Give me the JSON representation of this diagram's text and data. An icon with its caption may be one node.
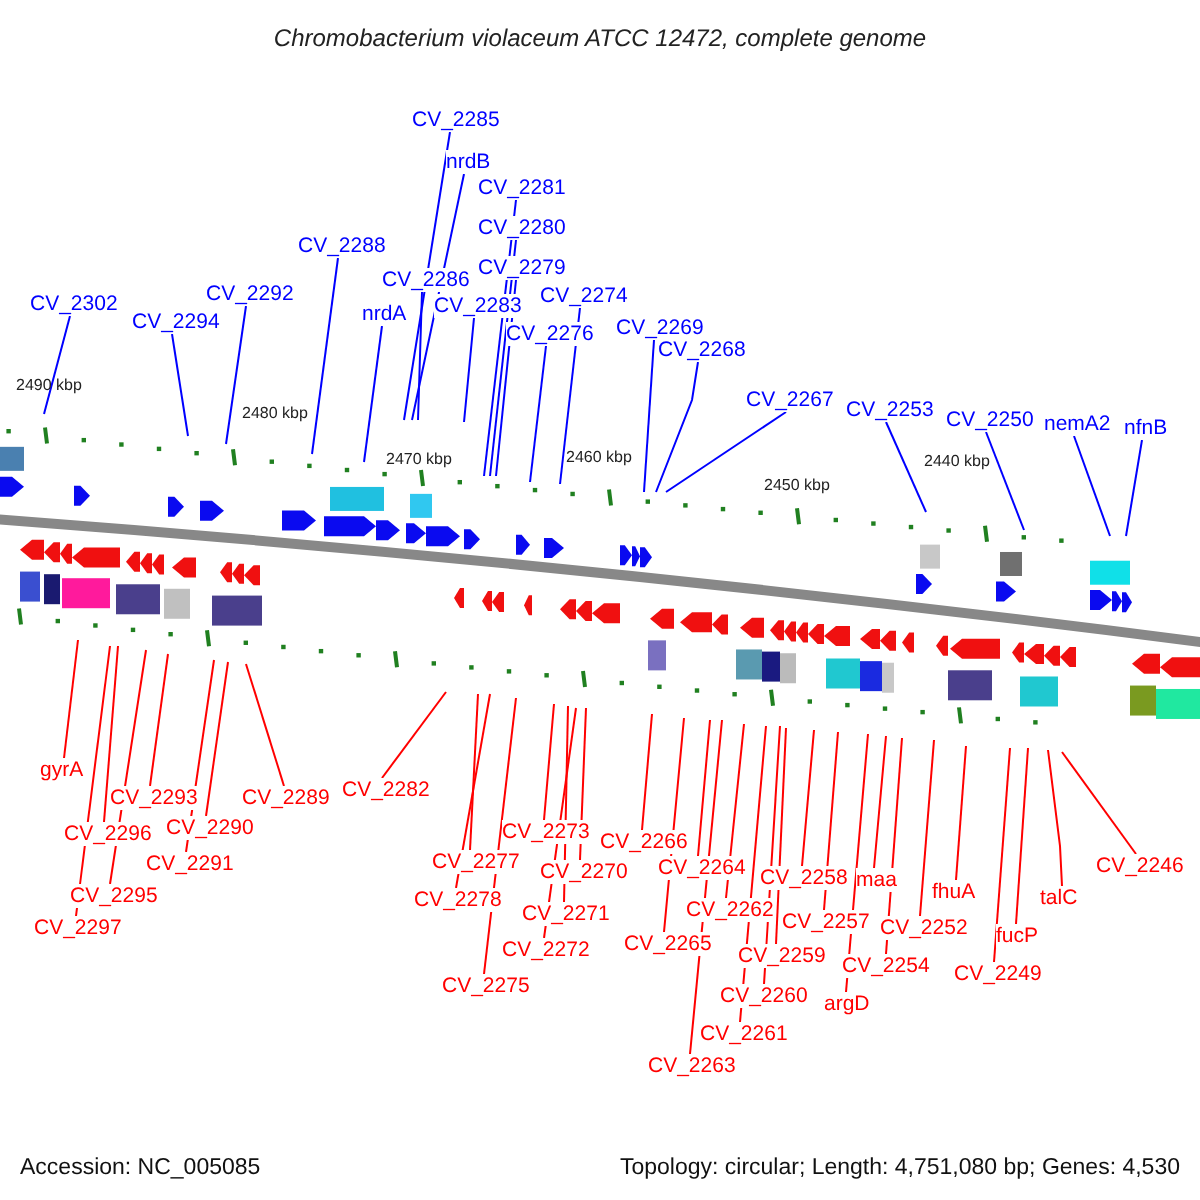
{
  "diagram": {
    "title": "Chromobacterium violaceum ATCC 12472, complete genome",
    "nodes": [
      {
        "text": [
          "CV_2302"
        ]
      },
      {
        "text": [
          "CV_2294"
        ]
      },
      {
        "text": [
          "CV_2292"
        ]
      },
      {
        "text": [
          "CV_2288"
        ]
      },
      {
        "text": [
          "nrdA"
        ]
      },
      {
        "text": [
          "CV_2285"
        ]
      },
      {
        "text": [
          "nrdB"
        ]
      },
      {
        "text": [
          "CV_2286"
        ]
      },
      {
        "text": [
          "CV_2283"
        ]
      },
      {
        "text": [
          "CV_2281"
        ]
      },
      {
        "text": [
          "CV_2280"
        ]
      },
      {
        "text": [
          "CV_2279"
        ]
      },
      {
        "text": [
          "CV_2276"
        ]
      },
      {
        "text": [
          "CV_2274"
        ]
      },
      {
        "text": [
          "CV_2269"
        ]
      },
      {
        "text": [
          "CV_2268"
        ]
      },
      {
        "text": [
          "CV_2267"
        ]
      },
      {
        "text": [
          "CV_2253"
        ]
      },
      {
        "text": [
          "CV_2250"
        ]
      },
      {
        "text": [
          "nemA2"
        ]
      },
      {
        "text": [
          "nfnB"
        ]
      },
      {
        "text": [
          "gyrA"
        ]
      },
      {
        "text": [
          "CV_2293"
        ]
      },
      {
        "text": [
          "CV_2296"
        ]
      },
      {
        "text": [
          "CV_2295"
        ]
      },
      {
        "text": [
          "CV_2297"
        ]
      },
      {
        "text": [
          "CV_2290"
        ]
      },
      {
        "text": [
          "CV_2291"
        ]
      },
      {
        "text": [
          "CV_2289"
        ]
      },
      {
        "text": [
          "CV_2282"
        ]
      },
      {
        "text": [
          "CV_2277"
        ]
      },
      {
        "text": [
          "CV_2278"
        ]
      },
      {
        "text": [
          "CV_2275"
        ]
      },
      {
        "text": [
          "CV_2273"
        ]
      },
      {
        "text": [
          "CV_2270"
        ]
      },
      {
        "text": [
          "CV_2271"
        ]
      },
      {
        "text": [
          "CV_2272"
        ]
      },
      {
        "text": [
          "CV_2266"
        ]
      },
      {
        "text": [
          "CV_2264"
        ]
      },
      {
        "text": [
          "CV_2265"
        ]
      },
      {
        "text": [
          "CV_2262"
        ]
      },
      {
        "text": [
          "CV_2263"
        ]
      },
      {
        "text": [
          "CV_2258"
        ]
      },
      {
        "text": [
          "CV_2259"
        ]
      },
      {
        "text": [
          "CV_2260"
        ]
      },
      {
        "text": [
          "CV_2261"
        ]
      },
      {
        "text": [
          "CV_2257"
        ]
      },
      {
        "text": [
          "maa"
        ]
      },
      {
        "text": [
          "argD"
        ]
      },
      {
        "text": [
          "CV_2254"
        ]
      },
      {
        "text": [
          "CV_2252"
        ]
      },
      {
        "text": [
          "fhuA"
        ]
      },
      {
        "text": [
          "CV_2249"
        ]
      },
      {
        "text": [
          "fucP"
        ]
      },
      {
        "text": [
          "talC"
        ]
      },
      {
        "text": [
          "CV_2246"
        ]
      }
    ],
    "edges": [
      {
        "from": 0,
        "to": null,
        "arrow": "none",
        "color": "#0000ff"
      },
      {
        "from": 1,
        "to": null,
        "arrow": "none",
        "color": "#0000ff"
      },
      {
        "from": 2,
        "to": null,
        "arrow": "none",
        "color": "#0000ff"
      },
      {
        "from": 3,
        "to": null,
        "arrow": "none",
        "color": "#0000ff"
      },
      {
        "from": 4,
        "to": null,
        "arrow": "none",
        "color": "#0000ff"
      },
      {
        "from": 5,
        "to": null,
        "arrow": "none",
        "color": "#0000ff"
      },
      {
        "from": 6,
        "to": null,
        "arrow": "none",
        "color": "#0000ff"
      },
      {
        "from": 7,
        "to": null,
        "arrow": "none",
        "color": "#0000ff"
      },
      {
        "from": 8,
        "to": null,
        "arrow": "none",
        "color": "#0000ff"
      },
      {
        "from": 9,
        "to": null,
        "arrow": "none",
        "color": "#0000ff"
      },
      {
        "from": 10,
        "to": null,
        "arrow": "none",
        "color": "#0000ff"
      },
      {
        "from": 11,
        "to": null,
        "arrow": "none",
        "color": "#0000ff"
      },
      {
        "from": 12,
        "to": null,
        "arrow": "none",
        "color": "#0000ff"
      },
      {
        "from": 13,
        "to": null,
        "arrow": "none",
        "color": "#0000ff"
      },
      {
        "from": 14,
        "to": null,
        "arrow": "none",
        "color": "#0000ff"
      },
      {
        "from": 15,
        "to": null,
        "arrow": "none",
        "color": "#0000ff"
      },
      {
        "from": 16,
        "to": null,
        "arrow": "none",
        "color": "#0000ff"
      },
      {
        "from": 17,
        "to": null,
        "arrow": "none",
        "color": "#0000ff"
      },
      {
        "from": 18,
        "to": null,
        "arrow": "none",
        "color": "#0000ff"
      },
      {
        "from": 19,
        "to": null,
        "arrow": "none",
        "color": "#0000ff"
      },
      {
        "from": 20,
        "to": null,
        "arrow": "none",
        "color": "#0000ff"
      },
      {
        "from": 21,
        "to": null,
        "arrow": "none"
      },
      {
        "from": 22,
        "to": null,
        "arrow": "none"
      },
      {
        "from": 23,
        "to": null,
        "arrow": "none"
      },
      {
        "from": 24,
        "to": null,
        "arrow": "none"
      },
      {
        "from": 25,
        "to": null,
        "arrow": "none"
      },
      {
        "from": 26,
        "to": null,
        "arrow": "none"
      },
      {
        "from": 27,
        "to": null,
        "arrow": "none"
      },
      {
        "from": 28,
        "to": null,
        "arrow": "none"
      },
      {
        "from": 29,
        "to": null,
        "arrow": "none"
      },
      {
        "from": 30,
        "to": null,
        "arrow": "none"
      },
      {
        "from": 31,
        "to": null,
        "arrow": "none"
      },
      {
        "from": 32,
        "to": null,
        "arrow": "none"
      },
      {
        "from": 33,
        "to": null,
        "arrow": "none"
      },
      {
        "from": 34,
        "to": null,
        "arrow": "none"
      },
      {
        "from": 35,
        "to": null,
        "arrow": "none"
      },
      {
        "from": 36,
        "to": null,
        "arrow": "none"
      },
      {
        "from": 37,
        "to": null,
        "arrow": "none"
      },
      {
        "from": 38,
        "to": null,
        "arrow": "none"
      },
      {
        "from": 39,
        "to": null,
        "arrow": "none"
      },
      {
        "from": 40,
        "to": null,
        "arrow": "none"
      },
      {
        "from": 41,
        "to": null,
        "arrow": "none"
      },
      {
        "from": 42,
        "to": null,
        "arrow": "none"
      },
      {
        "from": 43,
        "to": null,
        "arrow": "none"
      },
      {
        "from": 44,
        "to": null,
        "arrow": "none"
      },
      {
        "from": 45,
        "to": null,
        "arrow": "none"
      },
      {
        "from": 46,
        "to": null,
        "arrow": "none"
      },
      {
        "from": 47,
        "to": null,
        "arrow": "none"
      },
      {
        "from": 48,
        "to": null,
        "arrow": "none"
      },
      {
        "from": 49,
        "to": null,
        "arrow": "none"
      },
      {
        "from": 50,
        "to": null,
        "arrow": "none"
      },
      {
        "from": 51,
        "to": null,
        "arrow": "none"
      },
      {
        "from": 52,
        "to": null,
        "arrow": "none"
      },
      {
        "from": 53,
        "to": null,
        "arrow": "none"
      },
      {
        "from": 54,
        "to": null,
        "arrow": "none"
      },
      {
        "from": 55,
        "to": null,
        "arrow": "none"
      }
    ],
    "labels": [
      "2490 kbp",
      "2480 kbp",
      "2470 kbp",
      "2460 kbp",
      "2450 kbp",
      "2440 kbp",
      "Accession: NC_005085",
      "Topology: circular; Length: 4,751,080 bp; Genes: 4,530"
    ]
  }
}
